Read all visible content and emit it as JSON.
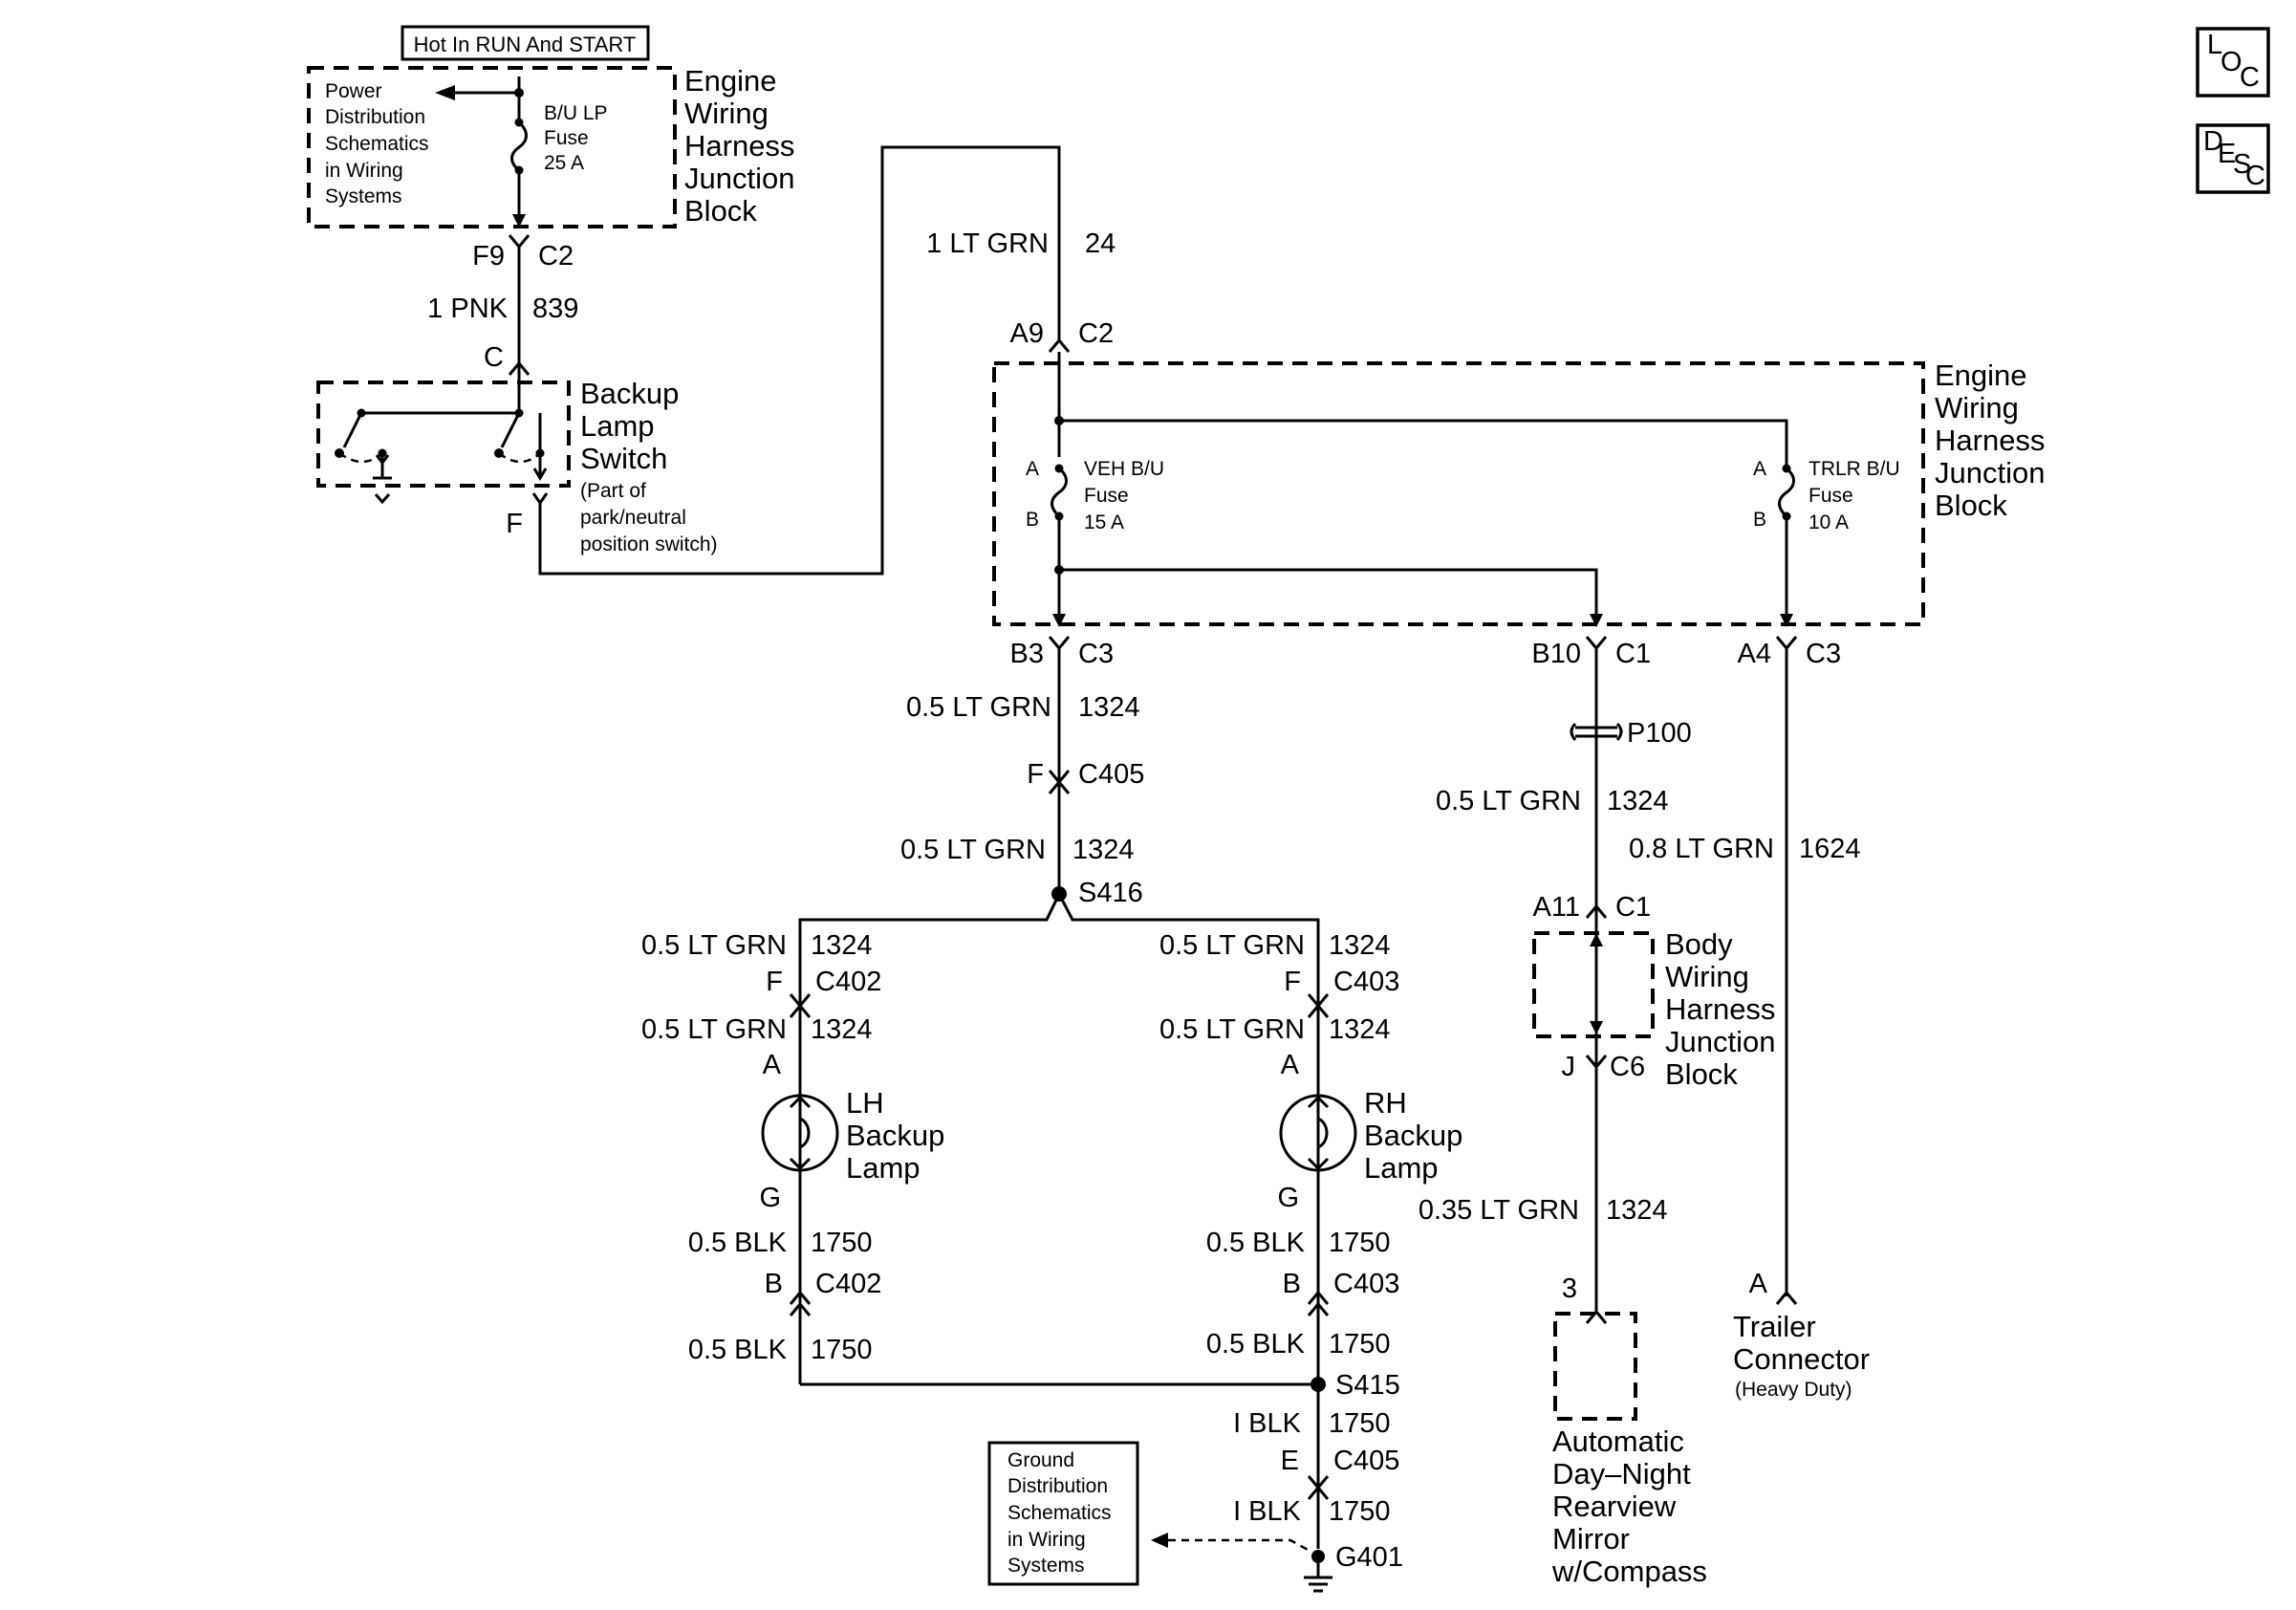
{
  "header": {
    "hot_label": "Hot In RUN And START"
  },
  "corner_buttons": {
    "loc": [
      "L",
      "O",
      "C"
    ],
    "desc": [
      "D",
      "E",
      "S",
      "C"
    ]
  },
  "power_dist": {
    "label": [
      "Power",
      "Distribution",
      "Schematics",
      "in Wiring",
      "Systems"
    ]
  },
  "bu_lp_fuse": {
    "label": [
      "B/U LP",
      "Fuse",
      "25 A"
    ]
  },
  "ewhjb_top": {
    "label": [
      "Engine",
      "Wiring",
      "Harness",
      "Junction",
      "Block"
    ]
  },
  "f9_conn": {
    "pin": "F9",
    "conn": "C2"
  },
  "wire_pnk": {
    "gauge_color": "1 PNK",
    "circuit": "839"
  },
  "switch_pin_c": "C",
  "backup_switch": {
    "label": [
      "Backup",
      "Lamp",
      "Switch"
    ],
    "note": [
      "(Part of",
      "park/neutral",
      "position switch)"
    ]
  },
  "switch_pin_f": "F",
  "wire_grn24": {
    "gauge_color": "1 LT GRN",
    "circuit": "24"
  },
  "a9_conn": {
    "pin": "A9",
    "conn": "C2"
  },
  "ewhjb_main": {
    "label": [
      "Engine",
      "Wiring",
      "Harness",
      "Junction",
      "Block"
    ]
  },
  "veh_fuse": {
    "pin_a": "A",
    "pin_b": "B",
    "label": [
      "VEH B/U",
      "Fuse",
      "15 A"
    ]
  },
  "trlr_fuse": {
    "pin_a": "A",
    "pin_b": "B",
    "label": [
      "TRLR B/U",
      "Fuse",
      "10 A"
    ]
  },
  "b3_conn": {
    "pin": "B3",
    "conn": "C3"
  },
  "b10_conn": {
    "pin": "B10",
    "conn": "C1"
  },
  "a4_conn": {
    "pin": "A4",
    "conn": "C3"
  },
  "wire_1324_a": {
    "gauge_color": "0.5 LT GRN",
    "circuit": "1324"
  },
  "c405_f": {
    "pin": "F",
    "conn": "C405"
  },
  "wire_1324_b": {
    "gauge_color": "0.5 LT GRN",
    "circuit": "1324"
  },
  "splice_s416": "S416",
  "lh_upper": {
    "wire1": "0.5 LT GRN",
    "circuit1": "1324",
    "pin_f": "F",
    "conn": "C402",
    "wire2": "0.5 LT GRN",
    "circuit2": "1324",
    "pin_a": "A"
  },
  "rh_upper": {
    "wire1": "0.5 LT GRN",
    "circuit1": "1324",
    "pin_f": "F",
    "conn": "C403",
    "wire2": "0.5 LT GRN",
    "circuit2": "1324",
    "pin_a": "A"
  },
  "lh_lamp": {
    "label": [
      "LH",
      "Backup",
      "Lamp"
    ]
  },
  "rh_lamp": {
    "label": [
      "RH",
      "Backup",
      "Lamp"
    ]
  },
  "lh_lower": {
    "pin_g": "G",
    "wire1": "0.5 BLK",
    "circuit1": "1750",
    "pin_b": "B",
    "conn": "C402",
    "wire2": "0.5 BLK",
    "circuit2": "1750"
  },
  "rh_lower": {
    "pin_g": "G",
    "wire1": "0.5 BLK",
    "circuit1": "1750",
    "pin_b": "B",
    "conn": "C403",
    "wire2": "0.5 BLK",
    "circuit2": "1750"
  },
  "splice_s415": "S415",
  "ground_run": {
    "wire1": "I BLK",
    "circuit1": "1750",
    "pin_e": "E",
    "conn": "C405",
    "wire2": "I BLK",
    "circuit2": "1750"
  },
  "ground_g401": "G401",
  "ground_dist": {
    "label": [
      "Ground",
      "Distribution",
      "Schematics",
      "in Wiring",
      "Systems"
    ]
  },
  "p100": "P100",
  "wire_1324_c": {
    "gauge_color": "0.5 LT GRN",
    "circuit": "1324"
  },
  "wire_1624": {
    "gauge_color": "0.8 LT GRN",
    "circuit": "1624"
  },
  "a11_conn": {
    "pin": "A11",
    "conn": "C1"
  },
  "bwhjb": {
    "label": [
      "Body",
      "Wiring",
      "Harness",
      "Junction",
      "Block"
    ]
  },
  "j_conn": {
    "pin": "J",
    "conn": "C6"
  },
  "wire_035": {
    "gauge_color": "0.35 LT GRN",
    "circuit": "1324"
  },
  "mirror": {
    "pin": "3",
    "label": [
      "Automatic",
      "Day–Night",
      "Rearview",
      "Mirror",
      "w/Compass"
    ]
  },
  "trailer": {
    "pin": "A",
    "label": [
      "Trailer",
      "Connector"
    ],
    "note": "(Heavy Duty)"
  }
}
